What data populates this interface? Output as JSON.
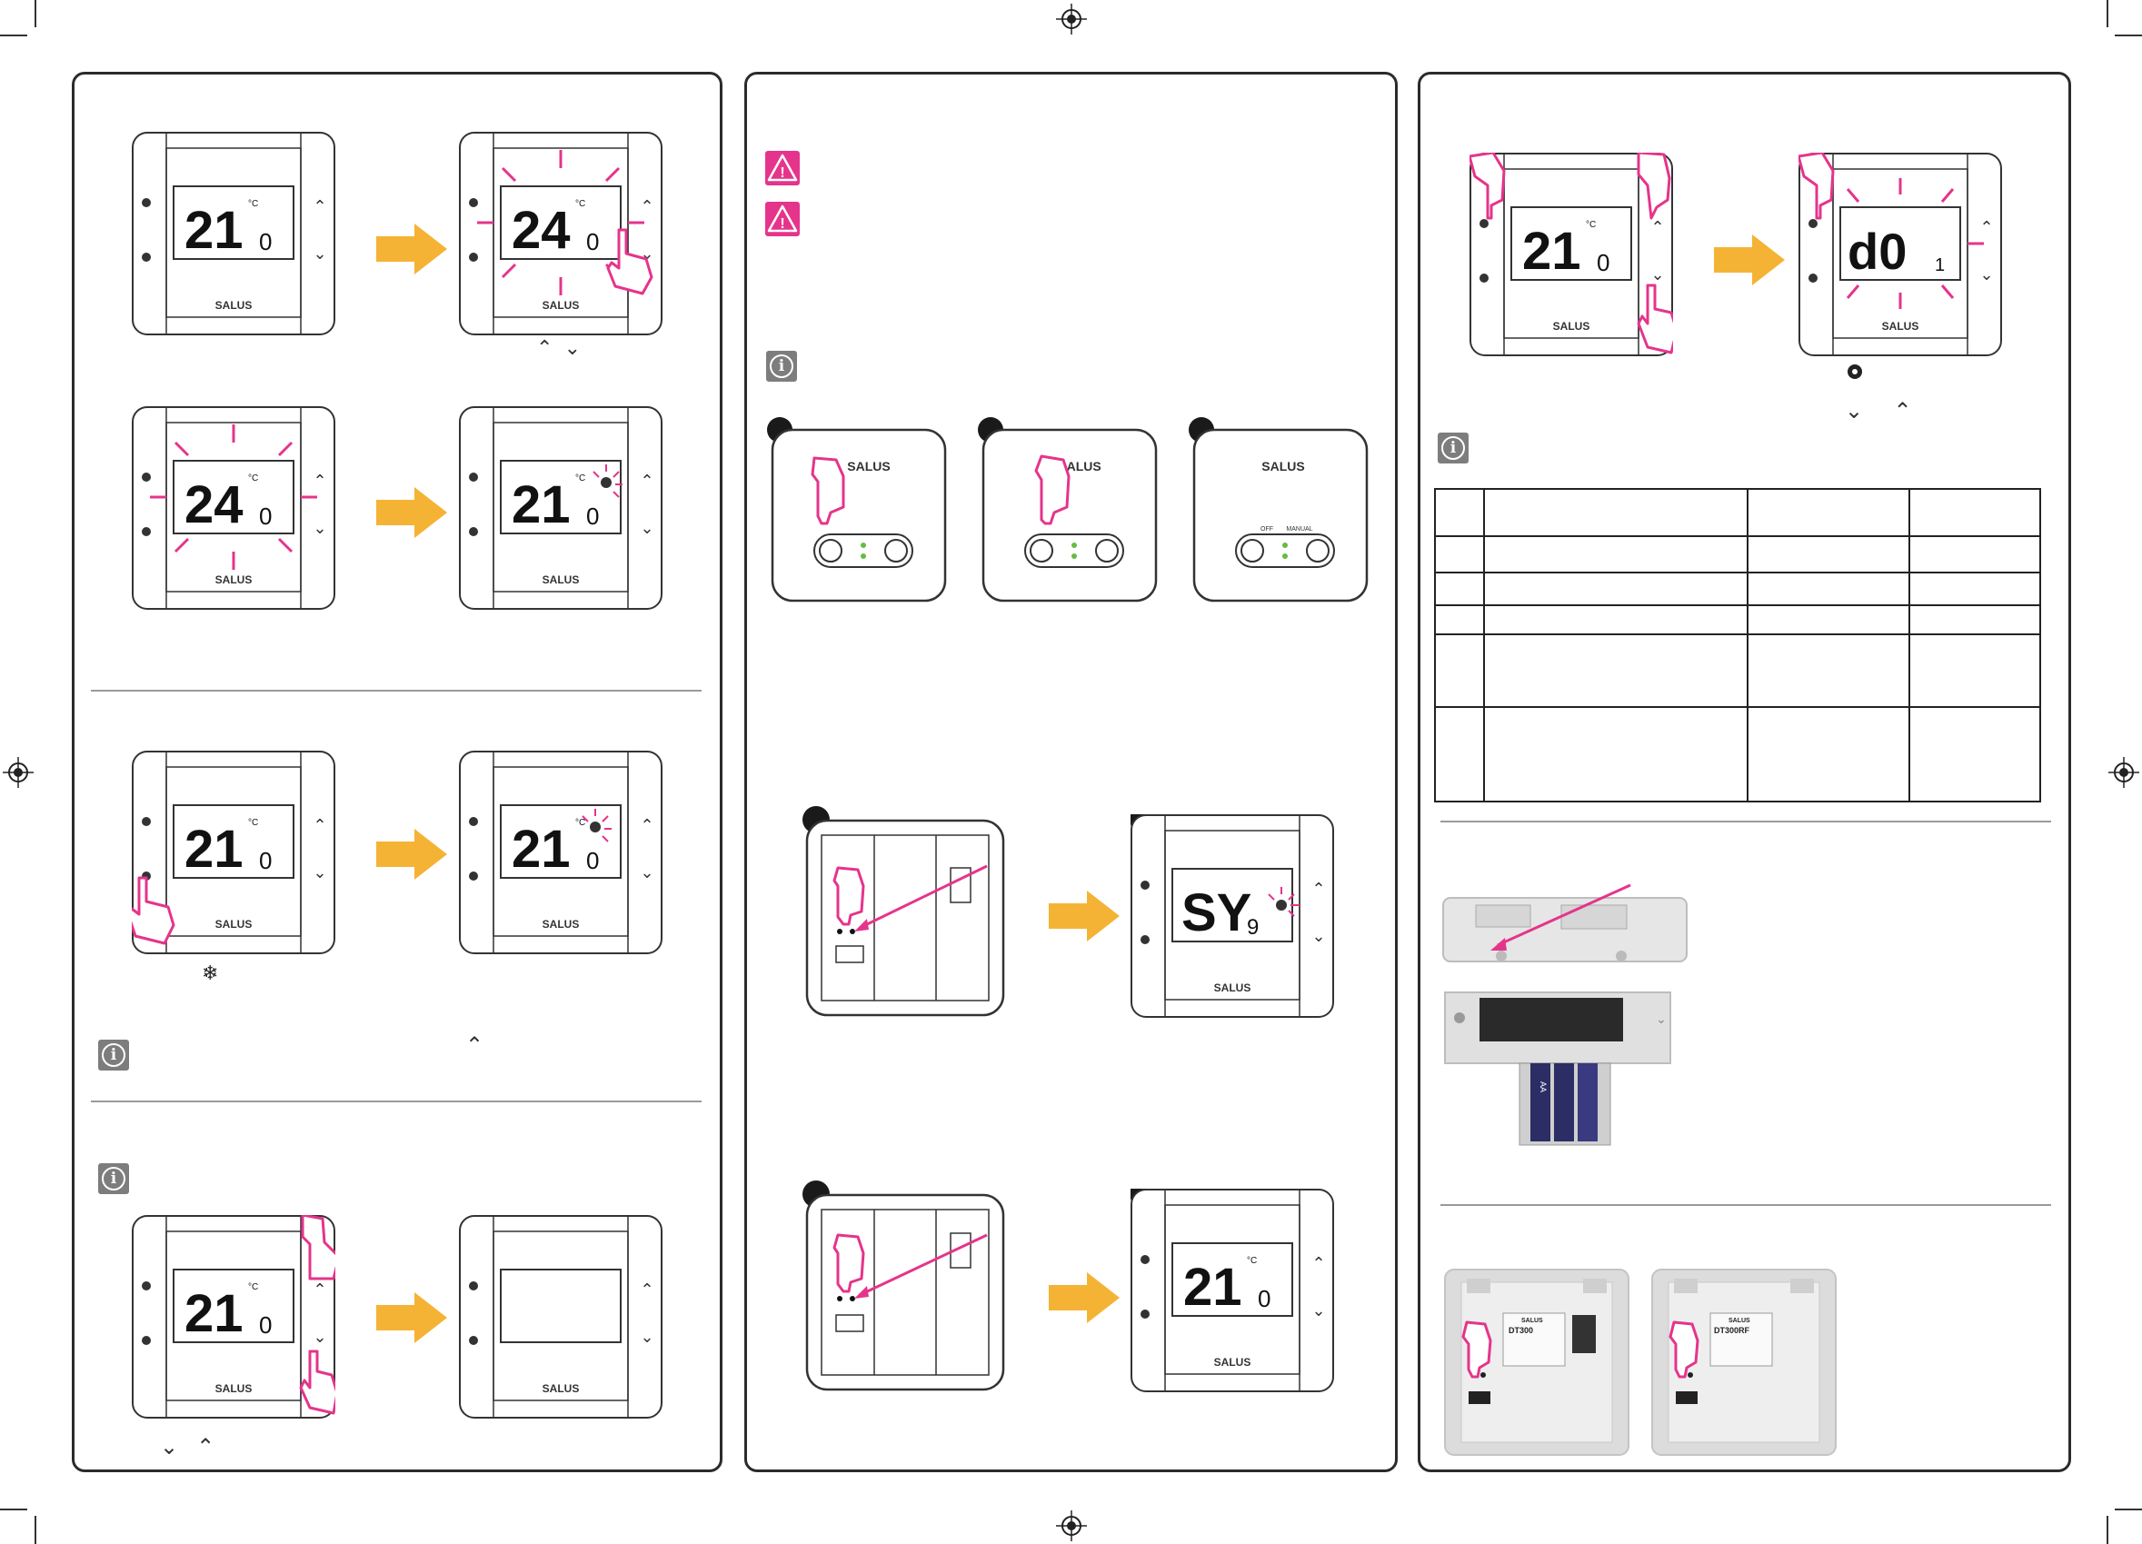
{
  "brand": "SALUS",
  "displays": {
    "s1a": {
      "big": "21",
      "small": "0"
    },
    "s1b": {
      "big": "24",
      "small": "0"
    },
    "s1c": {
      "big": "24",
      "small": "0"
    },
    "s1d": {
      "big": "21",
      "small": "0"
    },
    "s2a": {
      "big": "21",
      "small": "0"
    },
    "s2b": {
      "big": "21",
      "small": "0"
    },
    "s3a": {
      "big": "21",
      "small": "0"
    },
    "c1": {
      "big": "SY",
      "small": "9"
    },
    "c2": {
      "big": "21",
      "small": "0"
    },
    "r1": {
      "big": "21",
      "small": "0"
    },
    "r2": {
      "big": "d0",
      "small": "1"
    }
  },
  "units": {
    "celsius": "°C"
  },
  "receiver": {
    "label_off": "OFF",
    "label_manual": "MANUAL"
  },
  "symbols": {
    "up": "⌃",
    "down": "⌄",
    "frost": "❄",
    "info": "i",
    "warning": "!"
  },
  "labels": {
    "dt300_model": "DT300",
    "dt300rf_model": "DT300RF",
    "battery": "AA"
  },
  "colors": {
    "accent": "#e5348b",
    "arrow": "#f5b335",
    "led": "#66bb44"
  }
}
